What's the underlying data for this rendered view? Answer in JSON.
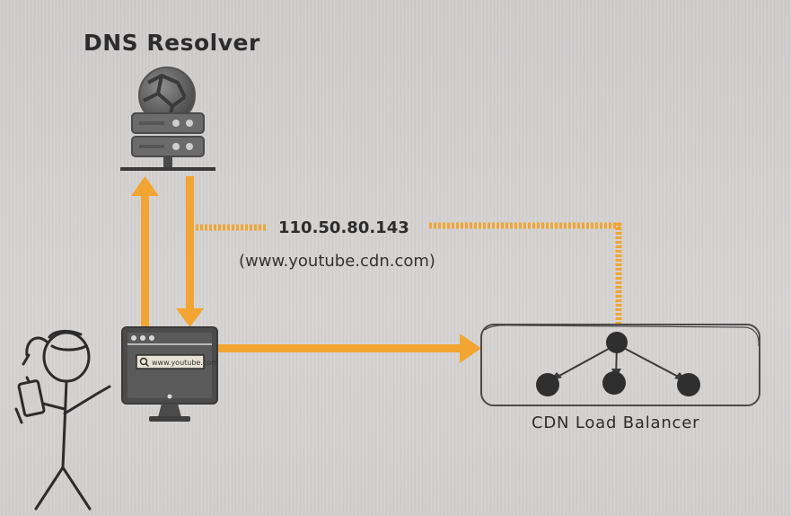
{
  "dns_resolver": {
    "title": "DNS Resolver",
    "icon": "globe-server-icon"
  },
  "response": {
    "ip_address": "110.50.80.143",
    "cdn_domain": "(www.youtube.cdn.com)"
  },
  "computer": {
    "icon": "desktop-monitor-icon",
    "url_bar_text": "www.youtube.com"
  },
  "user": {
    "icon": "stick-figure-with-phone-icon"
  },
  "cdn": {
    "label": "CDN Load Balancer",
    "icon": "node-tree-icon"
  },
  "colors": {
    "arrow": "#f2a530",
    "background": "#d2d0cf",
    "ink": "#2c2c2c",
    "device": "#4b4b4b"
  }
}
